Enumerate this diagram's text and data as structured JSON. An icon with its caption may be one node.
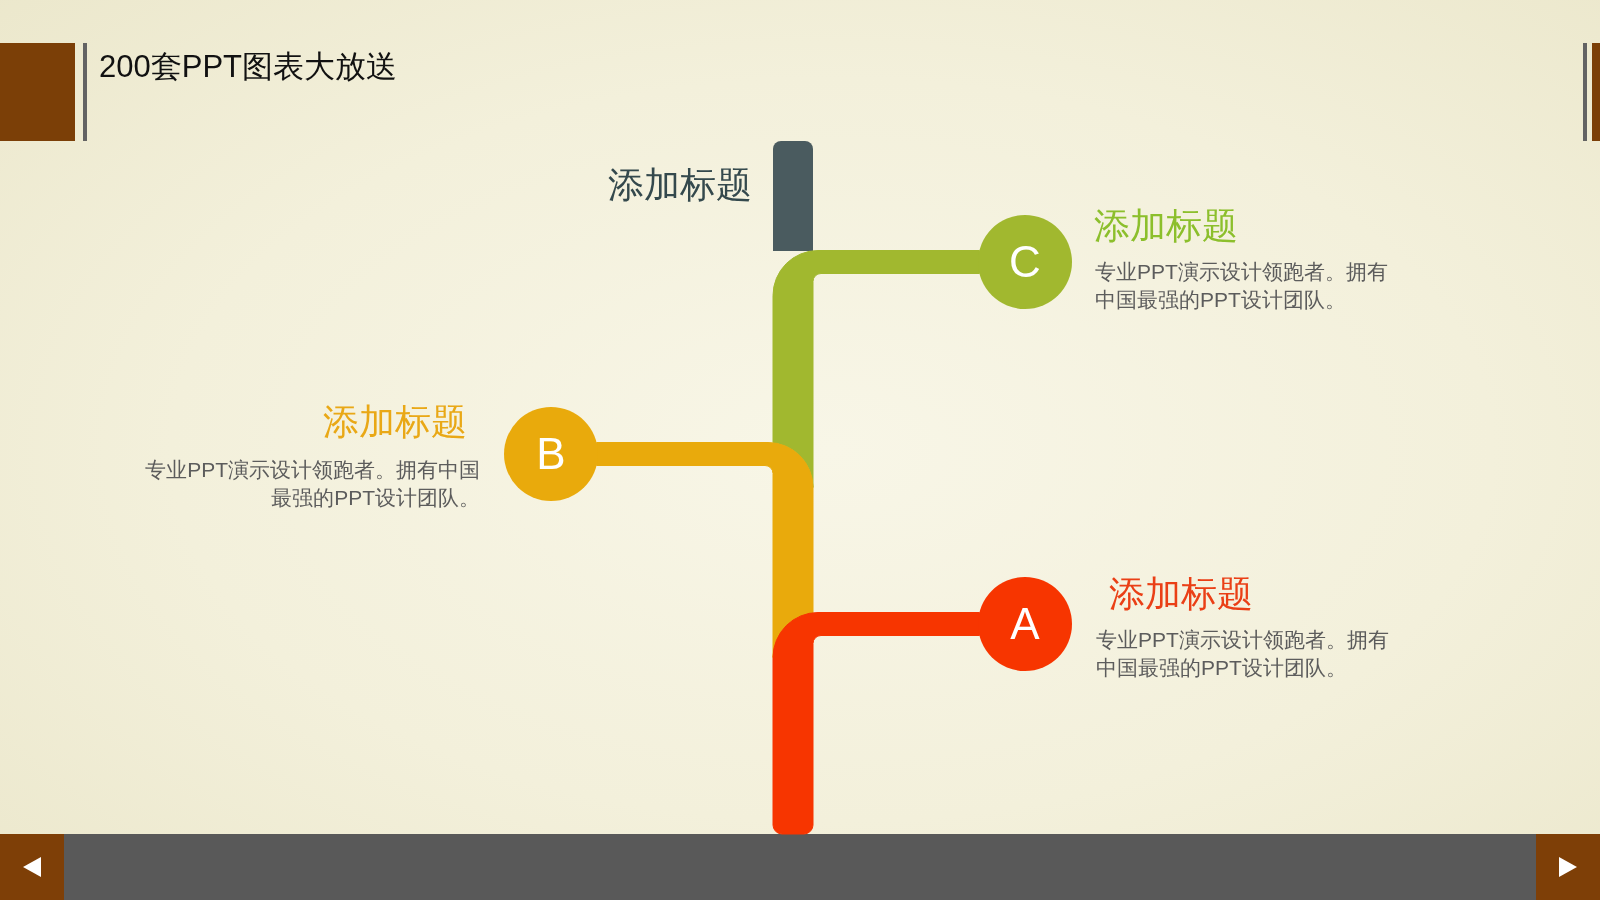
{
  "diagram": {
    "title": "200套PPT图表大放送",
    "nodes": [
      {
        "text": [],
        "shape": "bar",
        "beside": [
          "添加标题"
        ]
      },
      {
        "text": [
          "C"
        ],
        "beside": [
          "添加标题",
          "专业PPT演示设计领跑者。拥有中国最强的PPT设计团队。"
        ]
      },
      {
        "text": [
          "B"
        ],
        "beside": [
          "添加标题",
          "专业PPT演示设计领跑者。拥有中国最强的PPT设计团队。"
        ]
      },
      {
        "text": [
          "A"
        ],
        "beside": [
          "添加标题",
          "专业PPT演示设计领跑者。拥有中国最强的PPT设计团队。"
        ]
      },
      {
        "text": [],
        "shape": "bar"
      }
    ],
    "edges": [
      {
        "from": null,
        "to": 1,
        "arrow": "none",
        "color": "#a1b82f"
      },
      {
        "from": null,
        "to": 2,
        "arrow": "none",
        "color": "#e9aa0c"
      },
      {
        "from": 4,
        "to": 3,
        "arrow": "none",
        "color": "#f73500"
      }
    ]
  }
}
